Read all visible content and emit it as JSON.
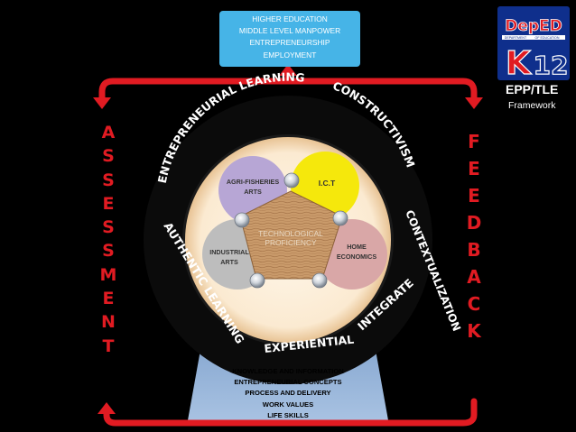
{
  "top_box": {
    "lines": [
      "HIGHER EDUCATION",
      "MIDDLE LEVEL MANPOWER",
      "ENTREPRENEURSHIP",
      "EMPLOYMENT"
    ]
  },
  "bottom_box": {
    "lines": [
      "KNOWLEDGE AND INFORMATION",
      "ENTREPRENEURIAL CONCEPTS",
      "PROCESS AND DELIVERY",
      "WORK VALUES",
      "LIFE SKILLS"
    ]
  },
  "left_side": {
    "letters": [
      "A",
      "S",
      "S",
      "E",
      "S",
      "S",
      "M",
      "E",
      "N",
      "T"
    ]
  },
  "right_side": {
    "letters": [
      "F",
      "E",
      "E",
      "D",
      "B",
      "A",
      "C",
      "K"
    ]
  },
  "ring_labels": {
    "entrepreneurial": "ENTREPRENEURIAL LEARNING",
    "constructivism": "CONSTRUCTIVISM",
    "contextualization": "CONTEXTUALIZATION",
    "integrate": "INTEGRATE",
    "experiential": "EXPERIENTIAL",
    "authentic": "AUTHENTIC LEARNING"
  },
  "areas": {
    "agri": [
      "AGRI-FISHERIES",
      "ARTS"
    ],
    "ict": "I.C.T",
    "industrial": [
      "INDUSTRIAL",
      "ARTS"
    ],
    "home": [
      "HOME",
      "ECONOMICS"
    ]
  },
  "center": [
    "TECHNOLOGICAL",
    "PROFICIENCY"
  ],
  "logo": {
    "top": "DepED",
    "sub_left": "DEPARTMENT",
    "sub_right": "OF EDUCATION",
    "k": "K",
    "num": "12"
  },
  "brand": {
    "title": "EPP/TLE",
    "subtitle": "Framework"
  },
  "colors": {
    "arrows": "#e11b22",
    "top_box": "#46b4e7",
    "bottom_box": "#9ab6d8",
    "ring": "#0b0b0b",
    "agri": "#b7a6d5",
    "ict": "#f5e80c",
    "industrial": "#bdbdbd",
    "home": "#d9a7a7",
    "center": "#c99a6a"
  }
}
